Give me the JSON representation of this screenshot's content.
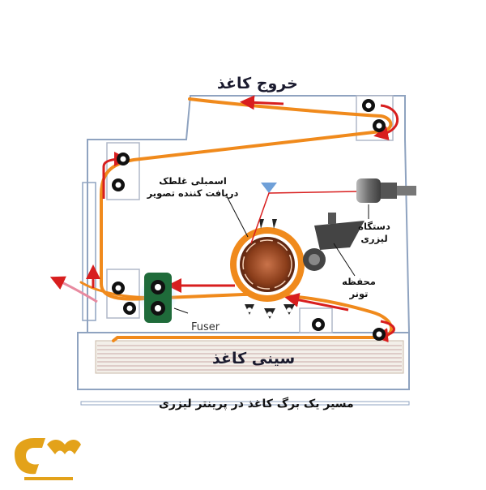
{
  "labels": {
    "paper_exit": "خروج کاغذ",
    "drum_line1": "اسمبلی غلطک",
    "drum_line2": "دریافت کننده تصویر",
    "laser_line1": "دستگاه",
    "laser_line2": "لیزری",
    "toner_line1": "محفظه",
    "toner_line2": "تونر",
    "fuser": "Fuser",
    "paper_tray": "سینی کاغذ",
    "caption": "مسیر یک برگ کاغذ در پرینتر لیزری"
  },
  "colors": {
    "paper_path": "#f08a1c",
    "arrow": "#d81e1e",
    "laser_beam": "#d81e1e",
    "drum_outer": "#f08a1c",
    "drum_inner": "#8a3d1a",
    "fuser_roller": "#1f6b3a",
    "outline": "#8fa3c0",
    "logo": "#e3a21a"
  },
  "icons": [
    "drum-icon",
    "laser-unit-icon",
    "toner-cartridge-icon",
    "fuser-icon",
    "logo-icon"
  ]
}
